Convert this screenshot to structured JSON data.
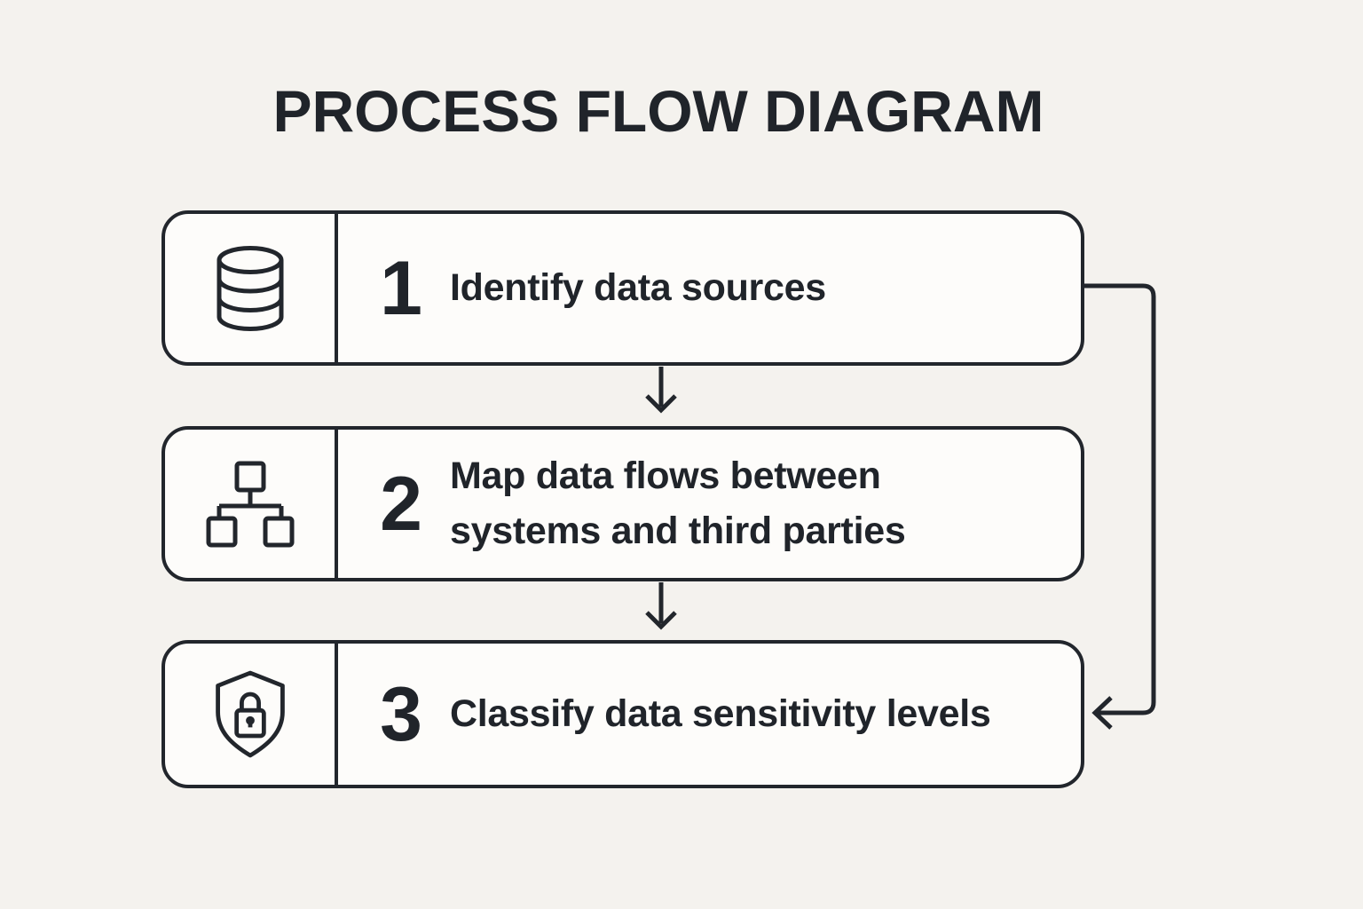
{
  "title": "PROCESS FLOW DIAGRAM",
  "steps": [
    {
      "number": "1",
      "label": "Identify data sources",
      "icon": "database-icon"
    },
    {
      "number": "2",
      "label": "Map data flows between\nsystems and third parties",
      "icon": "sitemap-icon"
    },
    {
      "number": "3",
      "label": "Classify data sensitivity levels",
      "icon": "shield-lock-icon"
    }
  ],
  "connectors": [
    {
      "from": "step-1",
      "to": "step-2",
      "style": "straight-down-arrow"
    },
    {
      "from": "step-2",
      "to": "step-3",
      "style": "straight-down-arrow"
    },
    {
      "from": "step-1",
      "to": "step-3",
      "style": "right-side-loop-arrow"
    }
  ],
  "colors": {
    "background": "#f4f2ee",
    "box_fill": "#fdfcfa",
    "ink": "#22262c"
  }
}
